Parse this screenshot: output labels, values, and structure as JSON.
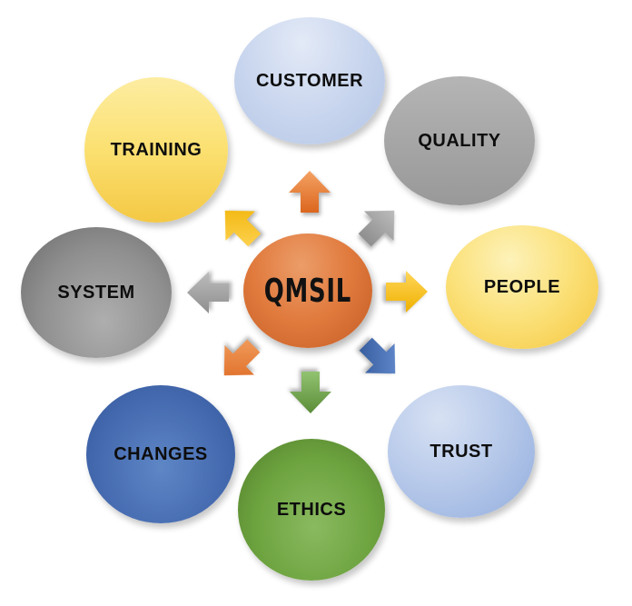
{
  "diagram": {
    "center": {
      "label": "QMSIL",
      "color": "#E0793C"
    },
    "nodes": [
      {
        "label": "CUSTOMER",
        "position": "top",
        "color": "#C7D5EE"
      },
      {
        "label": "QUALITY",
        "position": "top-right",
        "color": "#A6A6A6"
      },
      {
        "label": "PEOPLE",
        "position": "right",
        "color": "#FBDE70"
      },
      {
        "label": "TRUST",
        "position": "bottom-right",
        "color": "#AFC4E9"
      },
      {
        "label": "ETHICS",
        "position": "bottom",
        "color": "#6DA33F"
      },
      {
        "label": "CHANGES",
        "position": "bottom-left",
        "color": "#476CB1"
      },
      {
        "label": "SYSTEM",
        "position": "left",
        "color": "#8F8F8F"
      },
      {
        "label": "TRAINING",
        "position": "top-left",
        "color": "#FBE071"
      }
    ],
    "arrows": [
      {
        "direction": "up",
        "color": "#ED7D31"
      },
      {
        "direction": "up-right",
        "color": "#A5A5A5"
      },
      {
        "direction": "right",
        "color": "#FFC000"
      },
      {
        "direction": "down-right",
        "color": "#4472C4"
      },
      {
        "direction": "down",
        "color": "#70AD47"
      },
      {
        "direction": "down-left",
        "color": "#ED7D31"
      },
      {
        "direction": "left",
        "color": "#A5A5A5"
      },
      {
        "direction": "up-left",
        "color": "#FFC000"
      }
    ]
  }
}
